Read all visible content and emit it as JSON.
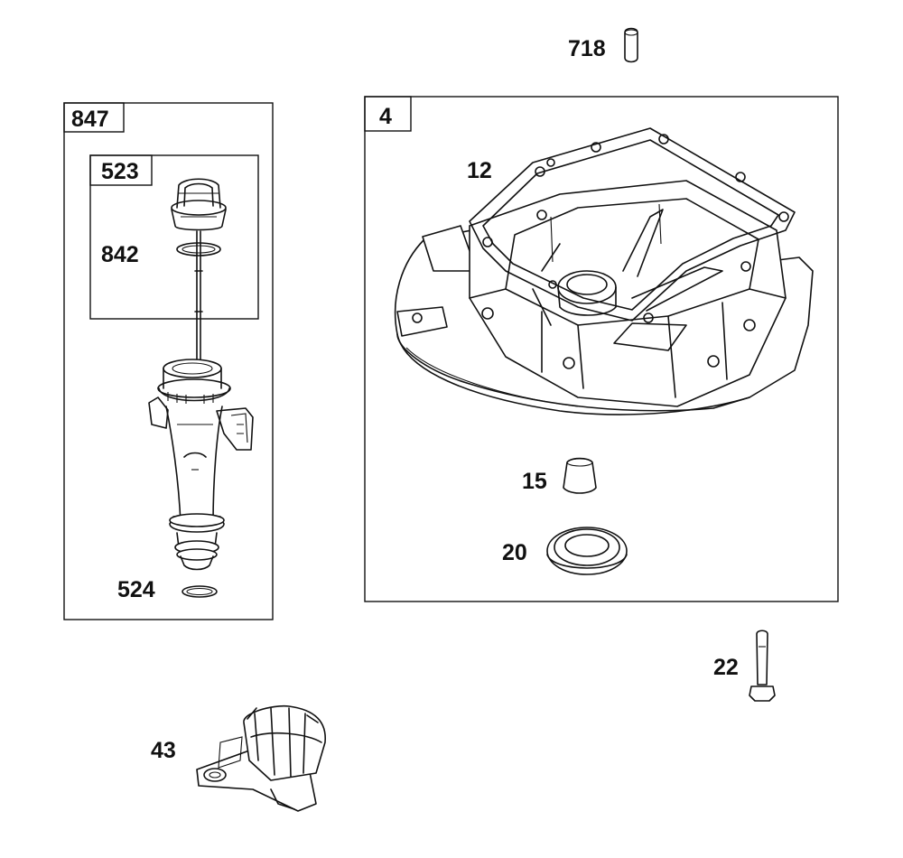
{
  "diagram": {
    "boxes": {
      "oil_fill_assembly": "847",
      "dipstick_assembly": "523",
      "crankcase_cover": "4"
    },
    "parts": {
      "pin": "718",
      "gasket": "12",
      "seal_o_ring_dipstick": "842",
      "o_ring_tube": "524",
      "plug": "15",
      "oil_seal": "20",
      "screw": "22",
      "governor": "43"
    },
    "colors": {
      "ink": "#111111",
      "background": "#ffffff"
    }
  }
}
